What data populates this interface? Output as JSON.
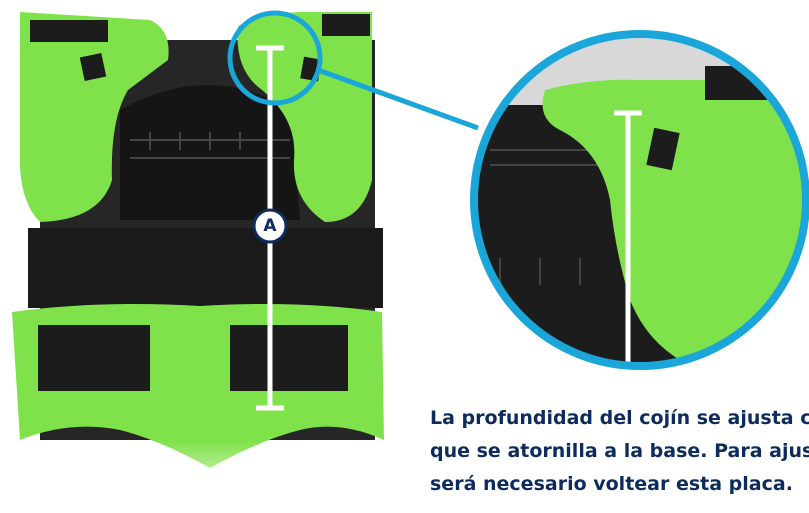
{
  "marker": {
    "label": "A"
  },
  "caption": {
    "lines": [
      "La profundidad del cojín se ajusta con la placa",
      "que se atornilla a la base. Para ajustarla",
      "será necesario voltear esta placa."
    ]
  },
  "colors": {
    "cushion_green": "#7fe24a",
    "strap_black": "#1c1c1c",
    "zoom_ring_blue": "#1aa6d8",
    "caption_navy": "#0d2b5c"
  },
  "icons": [
    "zoom-circle",
    "measure-line",
    "marker-circle"
  ]
}
